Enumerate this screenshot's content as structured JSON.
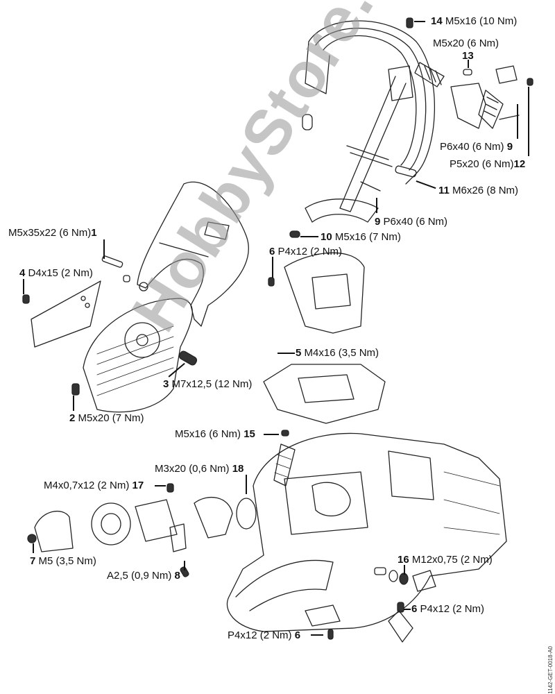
{
  "diagram": {
    "title": "Exploded view – fasteners and tightening torques",
    "callouts": [
      {
        "id": "c14",
        "number": "14",
        "spec": "M5x16 (10 Nm)"
      },
      {
        "id": "c13",
        "number": "13",
        "spec": "M5x20 (6 Nm)"
      },
      {
        "id": "c9a",
        "number": "9",
        "spec": "P6x40 (6 Nm)"
      },
      {
        "id": "c12",
        "number": "12",
        "spec": "P5x20 (6 Nm)"
      },
      {
        "id": "c11",
        "number": "11",
        "spec": "M6x26 (8 Nm)"
      },
      {
        "id": "c9b",
        "number": "9",
        "spec": "P6x40 (6 Nm)"
      },
      {
        "id": "c10",
        "number": "10",
        "spec": "M5x16 (7 Nm)"
      },
      {
        "id": "c6a",
        "number": "6",
        "spec": "P4x12 (2 Nm)"
      },
      {
        "id": "c1",
        "number": "1",
        "spec": "M5x35x22 (6 Nm)"
      },
      {
        "id": "c4",
        "number": "4",
        "spec": "D4x15 (2 Nm)"
      },
      {
        "id": "c5",
        "number": "5",
        "spec": "M4x16 (3,5 Nm)"
      },
      {
        "id": "c3",
        "number": "3",
        "spec": "M7x12,5 (12 Nm)"
      },
      {
        "id": "c2",
        "number": "2",
        "spec": "M5x20 (7 Nm)"
      },
      {
        "id": "c15",
        "number": "15",
        "spec": "M5x16 (6 Nm)"
      },
      {
        "id": "c18",
        "number": "18",
        "spec": "M3x20 (0,6 Nm)"
      },
      {
        "id": "c17",
        "number": "17",
        "spec": "M4x0,7x12 (2 Nm)"
      },
      {
        "id": "c7",
        "number": "7",
        "spec": "M5 (3,5 Nm)"
      },
      {
        "id": "c8",
        "number": "8",
        "spec": "A2,5 (0,9 Nm)"
      },
      {
        "id": "c16",
        "number": "16",
        "spec": "M12x0,75 (2 Nm)"
      },
      {
        "id": "c6b",
        "number": "6",
        "spec": "P4x12 (2 Nm)"
      },
      {
        "id": "c6c",
        "number": "6",
        "spec": "P4x12 (2 Nm)"
      }
    ],
    "document_id": "1142-GET-0018-A0",
    "watermark": "HobbyStore.it"
  }
}
